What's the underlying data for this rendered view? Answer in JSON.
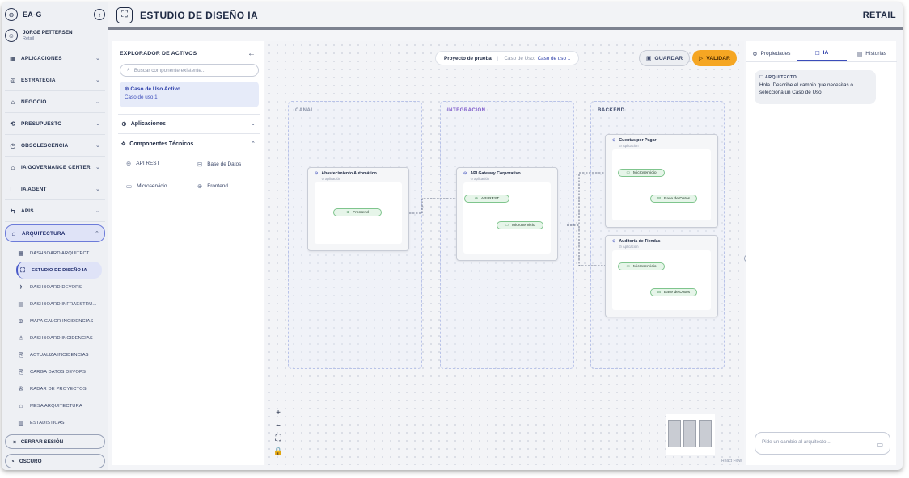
{
  "brand": {
    "title": "EA-G",
    "logo_icon": "⊛",
    "collapse_icon": "‹"
  },
  "user": {
    "name": "JORGE PETTERSEN",
    "role": "Retail"
  },
  "nav": [
    {
      "label": "APLICACIONES",
      "icon": "▦"
    },
    {
      "label": "ESTRATEGIA",
      "icon": "◎"
    },
    {
      "label": "NEGOCIO",
      "icon": "⌂"
    },
    {
      "label": "PRESUPUESTO",
      "icon": "⟲"
    },
    {
      "label": "OBSOLESCENCIA",
      "icon": "◷"
    },
    {
      "label": "IA GOVERNANCE CENTER",
      "icon": "⌂"
    },
    {
      "label": "IA AGENT",
      "icon": "☐"
    },
    {
      "label": "APIS",
      "icon": "⇆"
    }
  ],
  "nav_active": {
    "label": "ARQUITECTURA",
    "icon": "⌂"
  },
  "subnav": [
    {
      "label": "DASHBOARD ARQUITECT...",
      "icon": "▦"
    },
    {
      "label": "ESTUDIO DE DISEÑO IA",
      "icon": "⛶"
    },
    {
      "label": "DASHBOARD DEVOPS",
      "icon": "✈"
    },
    {
      "label": "DASHBOARD INFRAESTRU...",
      "icon": "▤"
    },
    {
      "label": "MAPA CALOR INCIDENCIAS",
      "icon": "⊕"
    },
    {
      "label": "DASHBOARD INCIDENCIAS",
      "icon": "⚠"
    },
    {
      "label": "ACTUALIZA INCIDENCIAS",
      "icon": "⎘"
    },
    {
      "label": "CARGA DATOS DEVOPS",
      "icon": "⎘"
    },
    {
      "label": "RADAR DE PROYECTOS",
      "icon": "✇"
    },
    {
      "label": "MESA ARQUITECTURA",
      "icon": "⌂"
    },
    {
      "label": "ESTADISTICAS",
      "icon": "▥"
    }
  ],
  "logout": {
    "label": "CERRAR SESIÓN",
    "icon": "⇥"
  },
  "theme": {
    "label": "OSCURO",
    "icon": "◔"
  },
  "header": {
    "title": "ESTUDIO DE DISEÑO IA",
    "right": "RETAIL",
    "icon": "⛶"
  },
  "explorer": {
    "title": "EXPLORADOR DE ACTIVOS",
    "back_icon": "←",
    "search_placeholder": "Buscar componente existente...",
    "usecase_title": "Caso de Uso Activo",
    "usecase_value": "Caso de uso 1",
    "section_apps": "Aplicaciones",
    "section_tech": "Componentes Técnicos",
    "components": [
      "API REST",
      "Base de Datos",
      "Microservicio",
      "Frontend"
    ]
  },
  "toolbar": {
    "project": "Proyecto de prueba",
    "usecase_label": "Caso de Uso:",
    "usecase_value": "Caso de uso 1",
    "save": "GUARDAR",
    "validate": "VALIDAR"
  },
  "lanes": [
    {
      "title": "CANAL",
      "color": "#8a93a8"
    },
    {
      "title": "INTEGRACIÓN",
      "color": "#7b57c9"
    },
    {
      "title": "BACKEND",
      "color": "#3a4668"
    }
  ],
  "nodes": {
    "abast": {
      "title": "Abastecimiento Automático",
      "sub": "⊙ aplicación"
    },
    "gateway": {
      "title": "API Gateway Corporativo",
      "sub": "⊙ aplicación"
    },
    "cuentas": {
      "title": "Cuentas por Pagar",
      "sub": "⊙ Aplicación"
    },
    "auditoria": {
      "title": "Auditoría de Tiendas",
      "sub": "⊙ Aplicación"
    }
  },
  "chips": {
    "frontend": "Frontend",
    "apirest": "API REST",
    "microservicio": "Microservicio",
    "basedatos": "Base de Datos"
  },
  "canvas": {
    "watermark": "React Flow"
  },
  "right_panel": {
    "tabs": [
      "Propiedades",
      "IA",
      "Historias"
    ],
    "bubble_title": "ARQUITECTO",
    "bubble_text": "Hola. Describe el cambio que necesitas o selecciona un Caso de Uso.",
    "chat_placeholder": "Pide un cambio al arquitecto..."
  },
  "colors": {
    "accent": "#3b4cba",
    "validate": "#f5a623",
    "chip_border": "#7fc58d"
  }
}
